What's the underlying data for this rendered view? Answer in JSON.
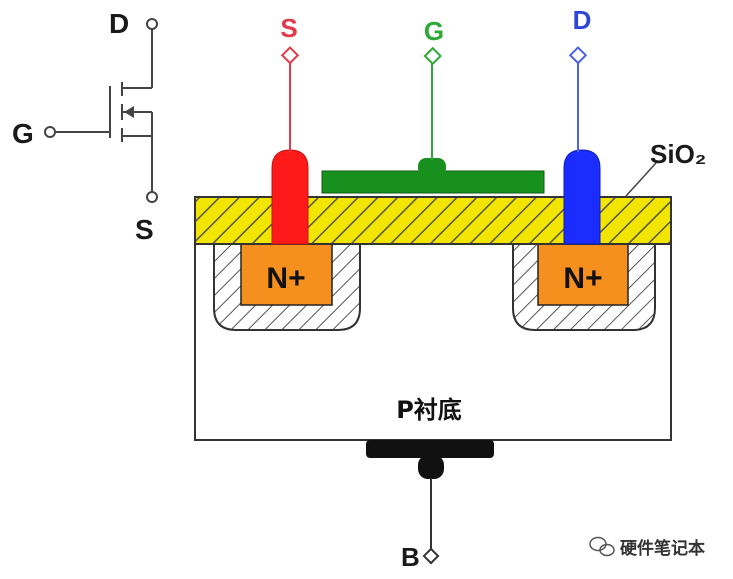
{
  "symbol": {
    "drain_label": "D",
    "gate_label": "G",
    "source_label": "S"
  },
  "terminals": {
    "source": {
      "label": "S",
      "color": "#e23a4a"
    },
    "gate": {
      "label": "G",
      "color": "#2ea836"
    },
    "drain": {
      "label": "D",
      "color": "#2b46d8"
    },
    "body": {
      "label": "B",
      "color": "#1a1a1a"
    }
  },
  "regions": {
    "n_plus_left": "N+",
    "n_plus_right": "N+",
    "substrate": "P衬底",
    "oxide": "SiO₂"
  },
  "colors": {
    "oxide_fill": "#f2e600",
    "n_plus_fill": "#f5901e",
    "source_metal": "#ff1a1a",
    "drain_metal": "#1a2cff",
    "gate_metal": "#18901e"
  },
  "watermark": {
    "text": "硬件笔记本",
    "icon": "wechat-icon"
  }
}
